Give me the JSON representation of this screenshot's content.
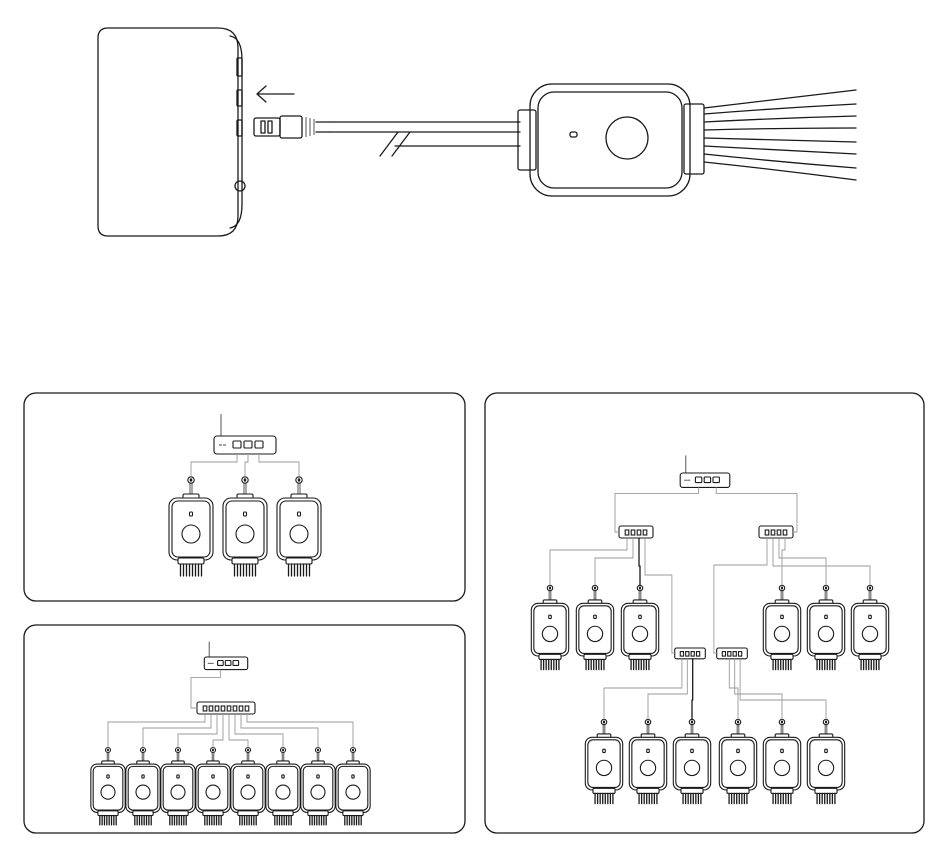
{
  "diagram": {
    "description_elements": {
      "top": [
        "controller-box",
        "arrow-left-icon",
        "rj45-plug",
        "cable-break",
        "hub-module",
        "output-cables"
      ],
      "panel_a": {
        "switch_ports": 3,
        "modules": 3
      },
      "panel_b": {
        "switch_ports": 3,
        "splitter_ports": 8,
        "modules": 8
      },
      "panel_c": {
        "switch_ports": 3,
        "level1_splitters": 2,
        "level2_splitters": 2,
        "modules_row1": 6,
        "modules_row2": 6
      }
    }
  }
}
